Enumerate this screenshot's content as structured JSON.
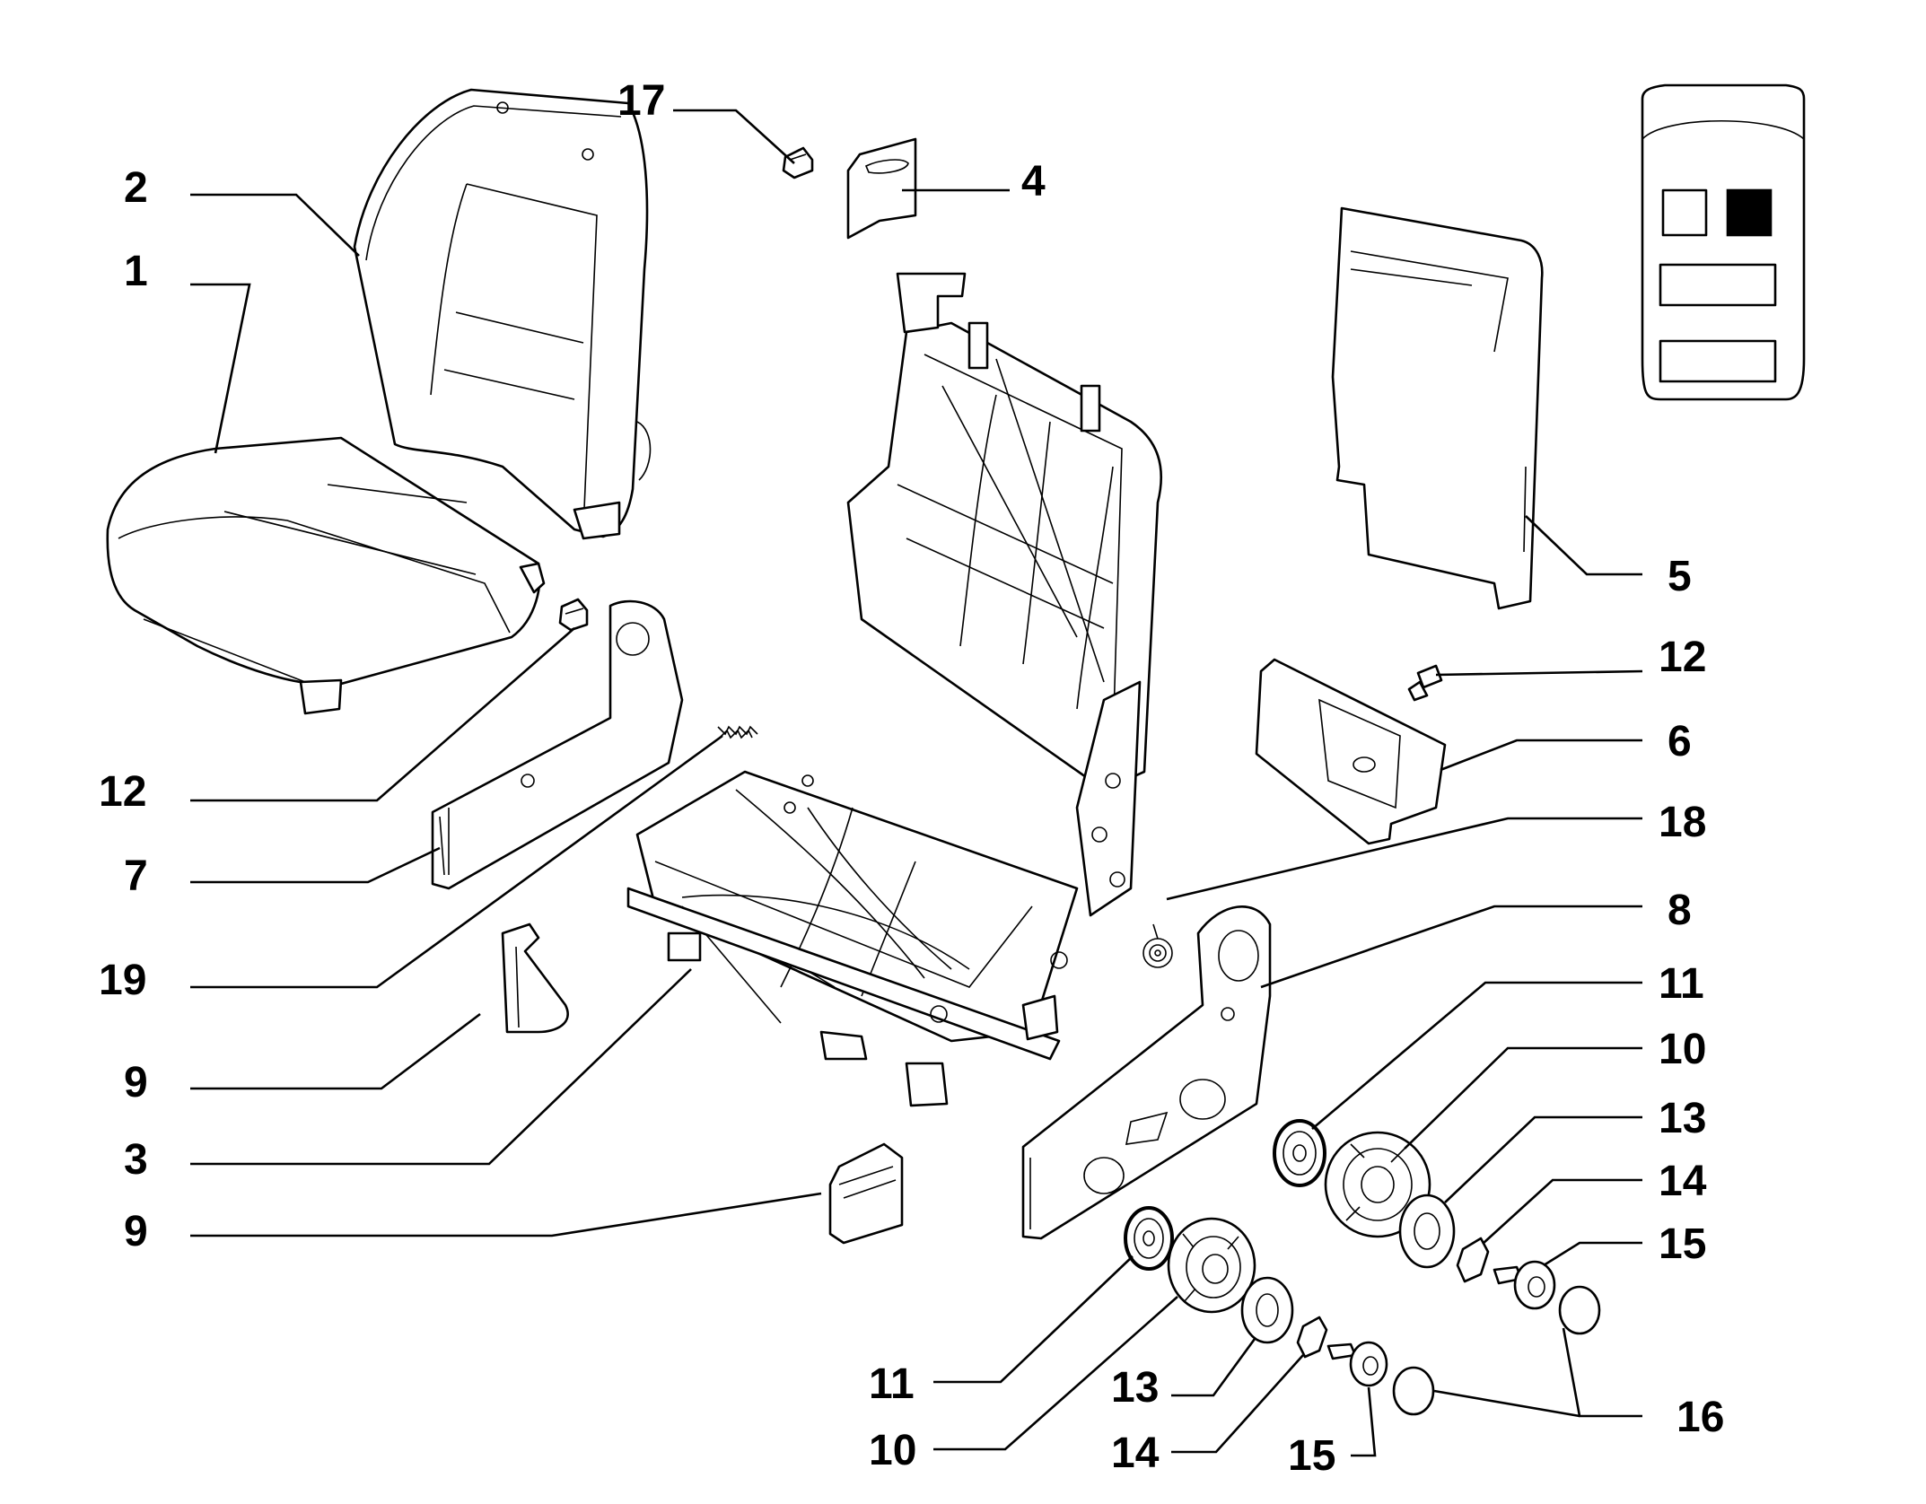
{
  "labels": {
    "l1": "1",
    "l2": "2",
    "l3": "3",
    "l4": "4",
    "l5": "5",
    "l6": "6",
    "l7": "7",
    "l8": "8",
    "l9a": "9",
    "l9b": "9",
    "l10a": "10",
    "l10b": "10",
    "l11a": "11",
    "l11b": "11",
    "l12a": "12",
    "l12b": "12",
    "l13a": "13",
    "l13b": "13",
    "l14a": "14",
    "l14b": "14",
    "l15a": "15",
    "l15b": "15",
    "l16": "16",
    "l17": "17",
    "l18": "18",
    "l19": "19"
  },
  "colors": {
    "line": "#000000",
    "background": "#ffffff",
    "position_selected": "#000000",
    "position_unselected": "#ffffff"
  },
  "locator": {
    "icon": "vehicle-seat-position-icon",
    "selected_position": "front-right"
  }
}
